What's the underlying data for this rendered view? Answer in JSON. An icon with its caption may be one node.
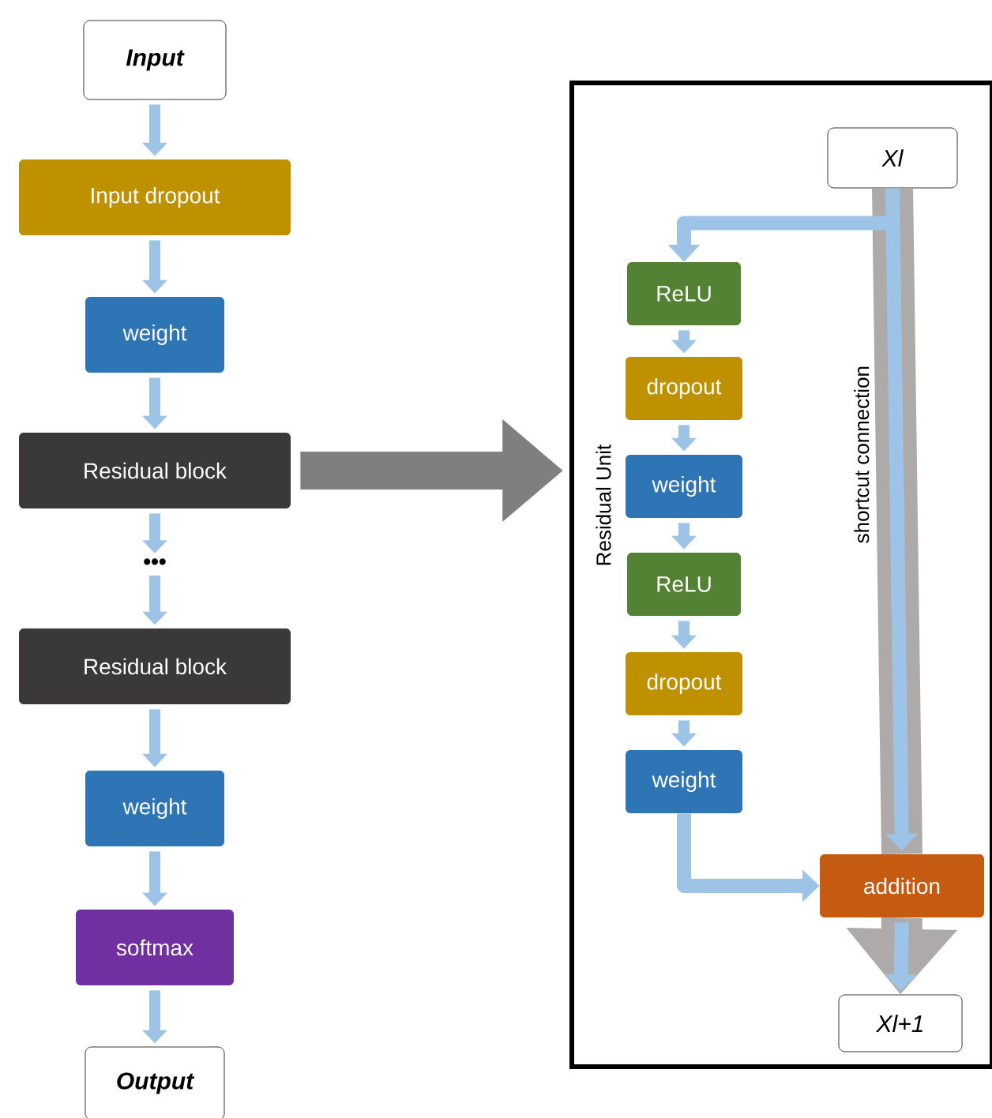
{
  "diagram": {
    "nodes": [
      {
        "text": [
          "Input"
        ]
      },
      {
        "text": [
          "Input dropout"
        ]
      },
      {
        "text": [
          "weight"
        ]
      },
      {
        "text": [
          "Residual block"
        ]
      },
      {
        "text": [
          "•••"
        ]
      },
      {
        "text": [
          "Residual block"
        ]
      },
      {
        "text": [
          "weight"
        ]
      },
      {
        "text": [
          "softmax"
        ]
      },
      {
        "text": [
          "Output"
        ]
      },
      {
        "text": [
          "Residual Unit"
        ]
      },
      {
        "text": [
          "Xl"
        ],
        "in": 9
      },
      {
        "text": [
          "ReLU"
        ],
        "in": 9
      },
      {
        "text": [
          "dropout"
        ],
        "in": 9
      },
      {
        "text": [
          "weight"
        ],
        "in": 9
      },
      {
        "text": [
          "ReLU"
        ],
        "in": 9
      },
      {
        "text": [
          "dropout"
        ],
        "in": 9
      },
      {
        "text": [
          "weight"
        ],
        "in": 9
      },
      {
        "text": [
          "addition"
        ],
        "in": 9
      },
      {
        "text": [
          "Xl+1"
        ],
        "in": 9
      }
    ],
    "edges": [
      {
        "from": 0,
        "to": 1,
        "arrow": "to"
      },
      {
        "from": 1,
        "to": 2,
        "arrow": "to"
      },
      {
        "from": 2,
        "to": 3,
        "arrow": "to"
      },
      {
        "from": 3,
        "to": 4,
        "arrow": "to"
      },
      {
        "from": 4,
        "to": 5,
        "arrow": "to"
      },
      {
        "from": 5,
        "to": 6,
        "arrow": "to"
      },
      {
        "from": 6,
        "to": 7,
        "arrow": "to"
      },
      {
        "from": 7,
        "to": 8,
        "arrow": "to"
      },
      {
        "from": 3,
        "to": 9,
        "arrow": "to",
        "style": "thick",
        "color": "#7f7f7f"
      },
      {
        "from": 10,
        "to": 17,
        "arrow": "none",
        "style": "thick",
        "color": "#aeaaaa"
      },
      {
        "from": 17,
        "to": 18,
        "arrow": "to",
        "style": "thick",
        "color": "#aeaaaa"
      },
      {
        "from": 10,
        "to": 11,
        "arrow": "to"
      },
      {
        "from": 11,
        "to": 12,
        "arrow": "to"
      },
      {
        "from": 12,
        "to": 13,
        "arrow": "to"
      },
      {
        "from": 13,
        "to": 14,
        "arrow": "to"
      },
      {
        "from": 14,
        "to": 15,
        "arrow": "to"
      },
      {
        "from": 15,
        "to": 16,
        "arrow": "to"
      },
      {
        "from": 16,
        "to": 17,
        "arrow": "to"
      },
      {
        "from": 10,
        "to": 17,
        "arrow": "to",
        "label": "shortcut connection"
      },
      {
        "from": 17,
        "to": 18,
        "arrow": "to"
      }
    ]
  }
}
